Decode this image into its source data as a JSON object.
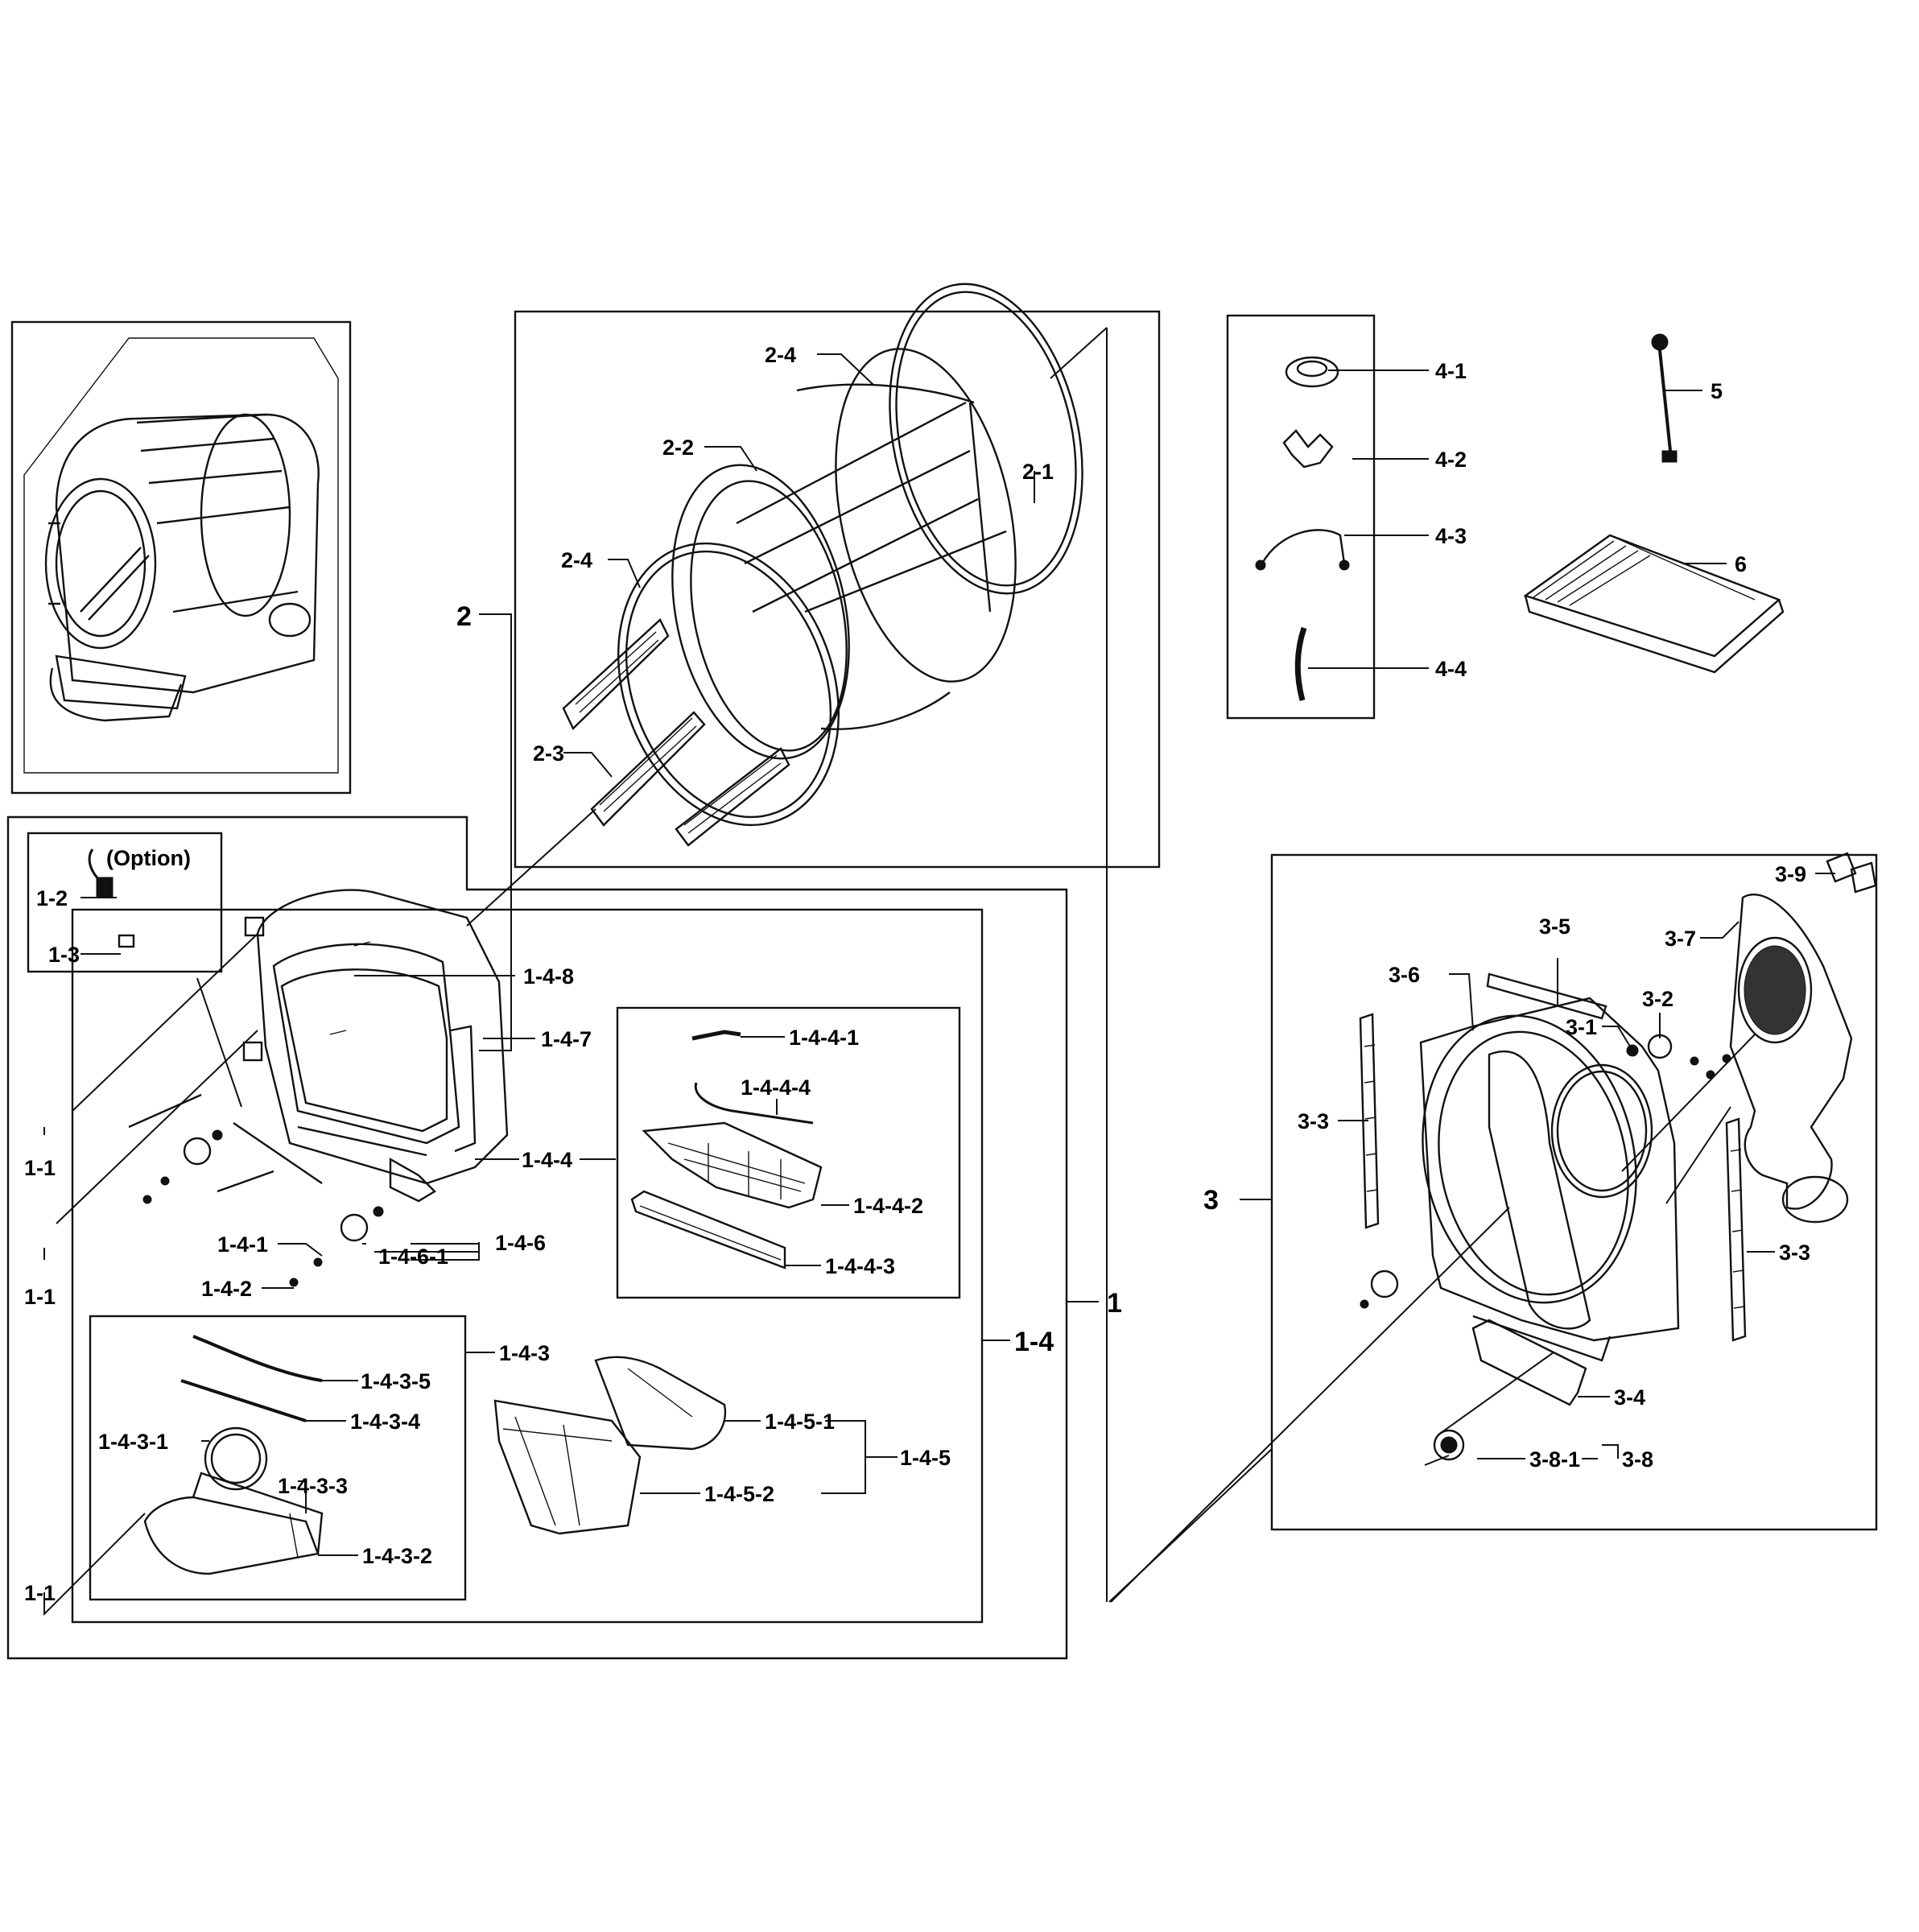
{
  "option_label": "(Option)",
  "labels": {
    "l2_4a": "2-4",
    "l2_2": "2-2",
    "l2_1": "2-1",
    "l2_4b": "2-4",
    "l2": "2",
    "l2_3": "2-3",
    "l4_1": "4-1",
    "l4_2": "4-2",
    "l4_3": "4-3",
    "l4_4": "4-4",
    "l5": "5",
    "l6": "6",
    "l1_2": "1-2",
    "l1_3": "1-3",
    "l1_4_8": "1-4-8",
    "l1_4_7": "1-4-7",
    "l1_1a": "1-1",
    "l1_1b": "1-1",
    "l1_1c": "1-1",
    "l1_4_4": "1-4-4",
    "l1_4_1": "1-4-1",
    "l1_4_6": "1-4-6",
    "l1_4_6_1": "1-4-6-1",
    "l1_4_2": "1-4-2",
    "l1_4_4_1": "1-4-4-1",
    "l1_4_4_4": "1-4-4-4",
    "l1_4_4_2": "1-4-4-2",
    "l1_4_4_3": "1-4-4-3",
    "l1": "1",
    "l1_4": "1-4",
    "l1_4_3": "1-4-3",
    "l1_4_3_5": "1-4-3-5",
    "l1_4_3_4": "1-4-3-4",
    "l1_4_3_1": "1-4-3-1",
    "l1_4_3_3": "1-4-3-3",
    "l1_4_3_2": "1-4-3-2",
    "l1_4_5_1": "1-4-5-1",
    "l1_4_5": "1-4-5",
    "l1_4_5_2": "1-4-5-2",
    "l3_9": "3-9",
    "l3_5": "3-5",
    "l3_7": "3-7",
    "l3_6": "3-6",
    "l3_2": "3-2",
    "l3_1": "3-1",
    "l3_3a": "3-3",
    "l3": "3",
    "l3_3b": "3-3",
    "l3_4": "3-4",
    "l3_8": "3-8",
    "l3_8_1": "3-8-1"
  }
}
